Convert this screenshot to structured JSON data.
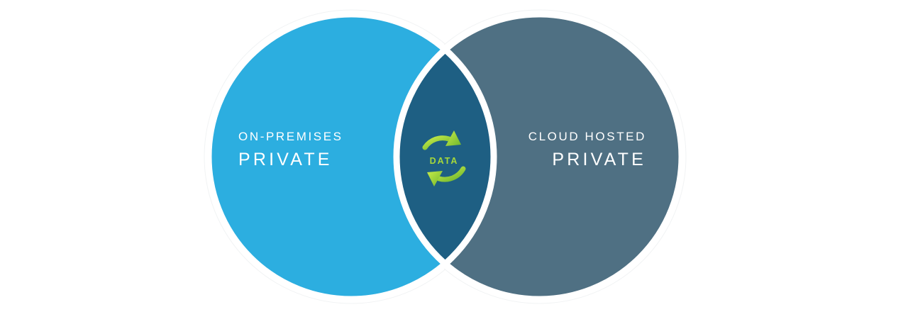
{
  "left_circle": {
    "subtitle": "ON-PREMISES",
    "title": "PRIVATE",
    "color": "#2caee0"
  },
  "right_circle": {
    "subtitle": "CLOUD HOSTED",
    "title": "PRIVATE",
    "color": "#4f7083"
  },
  "overlap": {
    "label": "DATA",
    "color": "#1e5f83",
    "icon": "sync-arrows-icon",
    "icon_color": "#8cc63f"
  }
}
